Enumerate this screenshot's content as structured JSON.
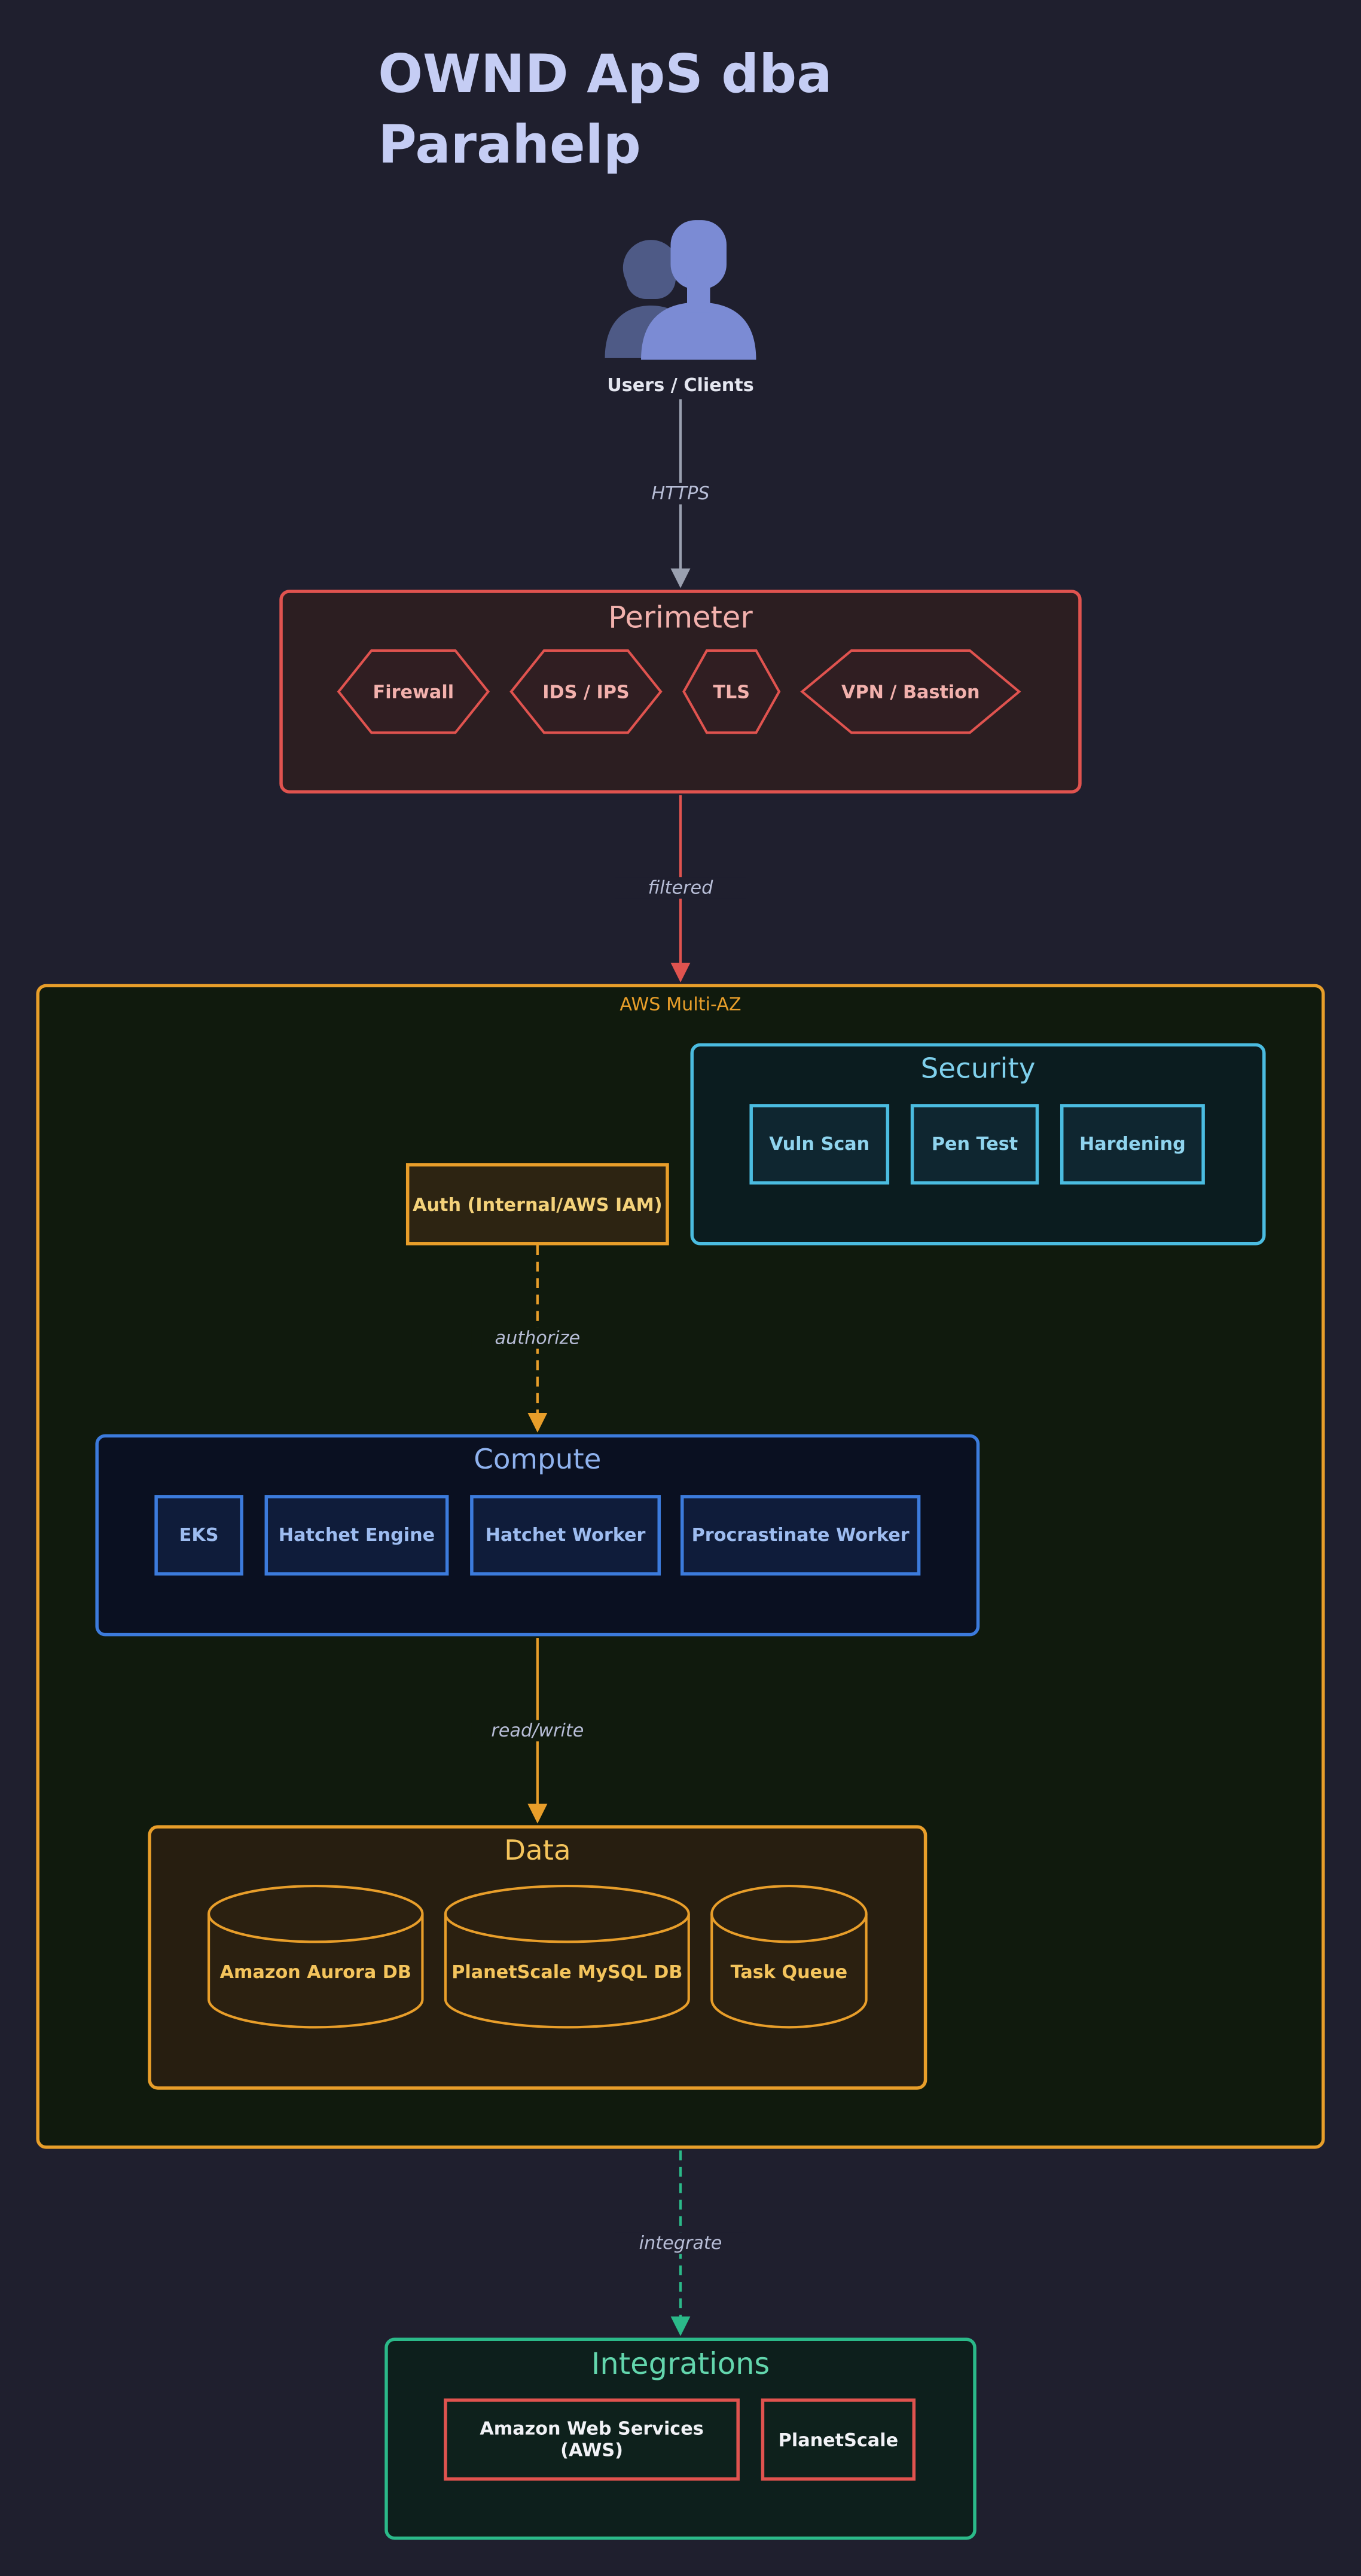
{
  "title_line1": "OWND ApS dba",
  "title_line2": "Parahelp",
  "users": {
    "label": "Users / Clients",
    "icon": "users-icon"
  },
  "edges": {
    "users_perimeter": "HTTPS",
    "perimeter_aws": "filtered",
    "auth_compute": "authorize",
    "compute_data": "read/write",
    "aws_integrations": "integrate"
  },
  "perimeter": {
    "title": "Perimeter",
    "items": [
      "Firewall",
      "IDS / IPS",
      "TLS",
      "VPN / Bastion"
    ]
  },
  "aws": {
    "label": "AWS Multi-AZ"
  },
  "security": {
    "title": "Security",
    "items": [
      "Vuln Scan",
      "Pen Test",
      "Hardening"
    ]
  },
  "auth": {
    "label": "Auth (Internal/AWS IAM)"
  },
  "compute": {
    "title": "Compute",
    "items": [
      "EKS",
      "Hatchet Engine",
      "Hatchet Worker",
      "Procrastinate Worker"
    ]
  },
  "data": {
    "title": "Data",
    "items": [
      "Amazon Aurora DB",
      "PlanetScale MySQL DB",
      "Task Queue"
    ]
  },
  "integrations": {
    "title": "Integrations",
    "items": [
      "Amazon Web Services (AWS)",
      "PlanetScale"
    ]
  },
  "colors": {
    "background": "#1f1f2e",
    "perimeter": "#e0534f",
    "aws": "#e89e2a",
    "security": "#4bbce0",
    "compute": "#3c7bdc",
    "integrations": "#2bb989",
    "users_icon": "#7b8bd4"
  }
}
